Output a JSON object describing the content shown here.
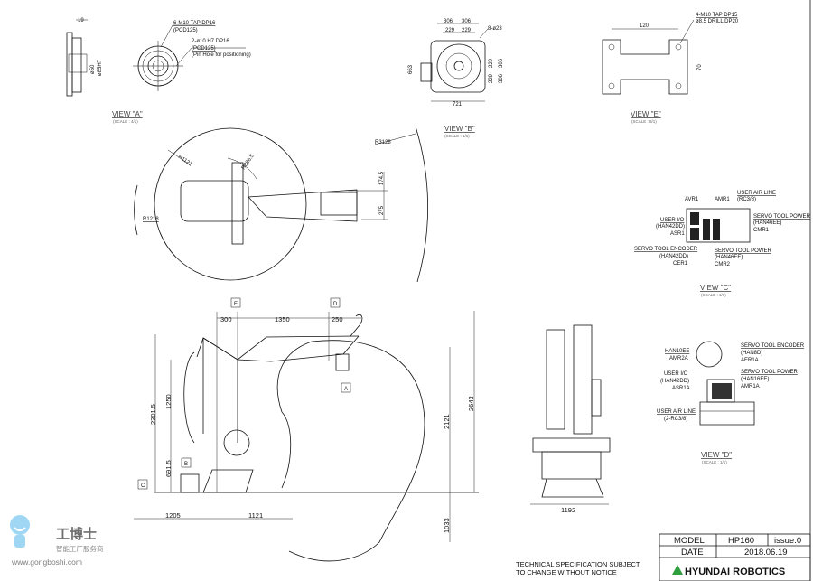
{
  "view_a": {
    "title": "VIEW \"A\"",
    "scale": "(SCALE : 4/1)",
    "dim_width": "19",
    "dim_d1": "ø50",
    "dim_d2": "ø85H7",
    "note1": "6-M10 TAP DP16",
    "note1b": "(PCD125)",
    "note2": "2-ø10 H7 DP16",
    "note2b": "(PCD125)",
    "note2c": "(Pin Hole for positioning)"
  },
  "view_b": {
    "title": "VIEW \"B\"",
    "scale": "(SCALE : 1/1)",
    "dims": [
      "306",
      "306",
      "229",
      "229",
      "8-ø23",
      "663",
      "229",
      "229",
      "306",
      "306",
      "721"
    ]
  },
  "view_e": {
    "title": "VIEW \"E\"",
    "scale": "(SCALE : 8/1)",
    "dim_width": "120",
    "dim_height": "70",
    "note1": "4-M10 TAP DP15",
    "note2": "ø8.5 DRILL DP20"
  },
  "top_view": {
    "r1": "R1121",
    "r2": "R886.5",
    "r3": "R3128",
    "r4": "R1218",
    "d1": "174.5",
    "d2": "275"
  },
  "view_c": {
    "title": "VIEW \"C\"",
    "scale": "(SCALE : 1/1)",
    "avr1": "AVR1",
    "amr1": "AMR1",
    "air_line": "USER AIR LINE",
    "air_line_b": "(RC3/8)",
    "user_io": "USER I/O",
    "user_io_b": "(HAN42DD)",
    "user_io_c": "ASR1",
    "servo_power": "SERVO TOOL POWER",
    "servo_power_b": "(HAN46EE)",
    "servo_power_c": "CMR1",
    "encoder": "SERVO TOOL ENCODER",
    "encoder_b": "(HAN42DD)",
    "encoder_c": "CER1",
    "servo_power2": "SERVO TOOL POWER",
    "servo_power2_b": "(HAN46EE)",
    "servo_power2_c": "CMR2"
  },
  "view_d": {
    "title": "VIEW \"D\"",
    "scale": "(SCALE : 1/1)",
    "han10ee": "HAN10EE",
    "han10ee_b": "AMR2A",
    "encoder": "SERVO TOOL ENCODER",
    "encoder_b": "(HAN8D)",
    "encoder_c": "AER1A",
    "user_io": "USER I/O",
    "user_io_b": "(HAN42DD)",
    "user_io_c": "ASR1A",
    "servo_power": "SERVO TOOL POWER",
    "servo_power_b": "(HAN16EE)",
    "servo_power_c": "AMR1A",
    "air_line": "USER AIR LINE",
    "air_line_b": "(2-RC3/8)"
  },
  "side_view": {
    "label_e": "E",
    "label_d": "D",
    "label_a": "A",
    "label_b": "B",
    "label_c": "C",
    "d300": "300",
    "d1350": "1350",
    "d250": "250",
    "d2301": "2301.5",
    "d1250": "1250",
    "d691": "691.5",
    "d2121": "2121",
    "d2643": "2643",
    "d1205": "1205",
    "d1121": "1121",
    "d1033": "1033"
  },
  "front_view": {
    "width": "1192"
  },
  "notice": {
    "line1": "TECHNICAL  SPECIFICATION  SUBJECT",
    "line2": "TO  CHANGE  WITHOUT  NOTICE"
  },
  "title_block": {
    "model_label": "MODEL",
    "model_value": "HP160",
    "issue": "issue.0",
    "date_label": "DATE",
    "date_value": "2018.06.19",
    "company": "HYUNDAI ROBOTICS",
    "logo_color": "#2e9e3e"
  },
  "watermark": {
    "name": "工博士",
    "tagline": "智能工厂服务商",
    "url": "www.gongboshi.com"
  }
}
